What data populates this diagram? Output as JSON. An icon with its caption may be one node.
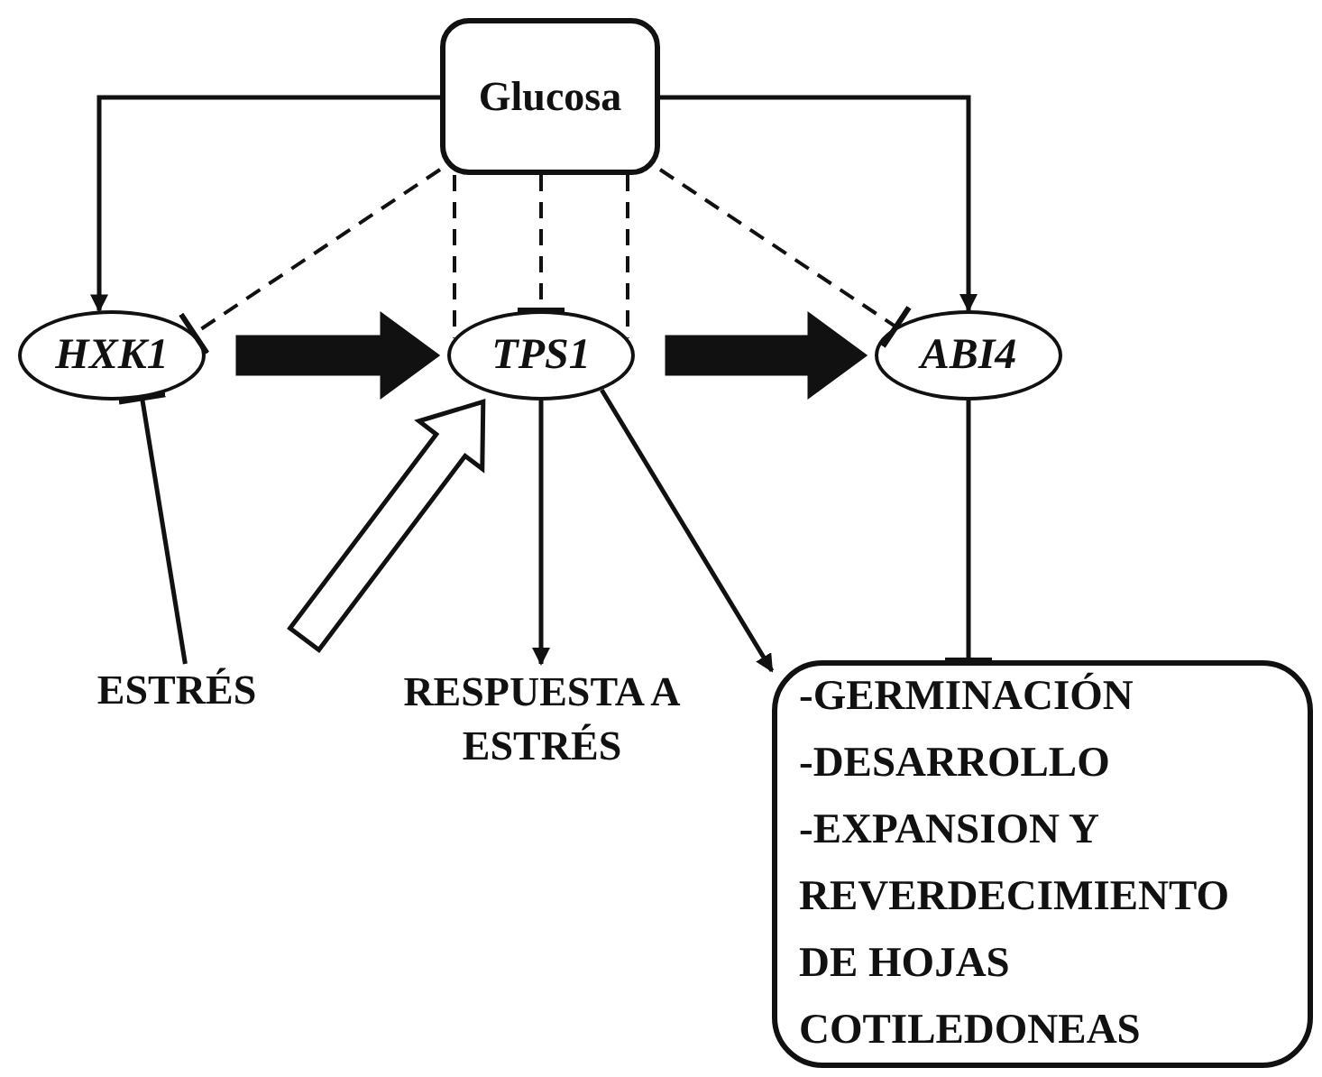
{
  "diagram": {
    "nodes": [
      {
        "text": [
          "Glucosa"
        ]
      },
      {
        "text": [
          "HXK1"
        ]
      },
      {
        "text": [
          "TPS1"
        ]
      },
      {
        "text": [
          "ABI4"
        ]
      },
      {
        "text": [
          "ESTRÉS"
        ]
      },
      {
        "text": [
          "RESPUESTA A ESTRÉS"
        ]
      },
      {
        "text": [
          "-GERMINACIÓN",
          "-DESARROLLO",
          "-EXPANSION Y REVERDECIMIENTO DE HOJAS COTILEDONEAS"
        ]
      }
    ],
    "edges": [
      {
        "from": 0,
        "to": 1,
        "arrow": "to"
      },
      {
        "from": 0,
        "to": 3,
        "arrow": "to"
      },
      {
        "from": 0,
        "to": 1,
        "arrow": "other",
        "style": "dashed"
      },
      {
        "from": 0,
        "to": 2,
        "arrow": "other",
        "style": "dashed"
      },
      {
        "from": 0,
        "to": 2,
        "arrow": "none",
        "style": "dashed"
      },
      {
        "from": 0,
        "to": 2,
        "arrow": "none",
        "style": "dashed"
      },
      {
        "from": 0,
        "to": 3,
        "arrow": "other",
        "style": "dashed"
      },
      {
        "from": 1,
        "to": 2,
        "arrow": "to",
        "style": "thick"
      },
      {
        "from": 2,
        "to": 3,
        "arrow": "to",
        "style": "thick"
      },
      {
        "from": 4,
        "to": 1,
        "arrow": "other"
      },
      {
        "from": 4,
        "to": 2,
        "arrow": "to",
        "style": "thick",
        "color": "#ffffff"
      },
      {
        "from": 2,
        "to": 5,
        "arrow": "to"
      },
      {
        "from": 2,
        "to": 6,
        "arrow": "to"
      },
      {
        "from": 3,
        "to": 6,
        "arrow": "other"
      }
    ]
  }
}
